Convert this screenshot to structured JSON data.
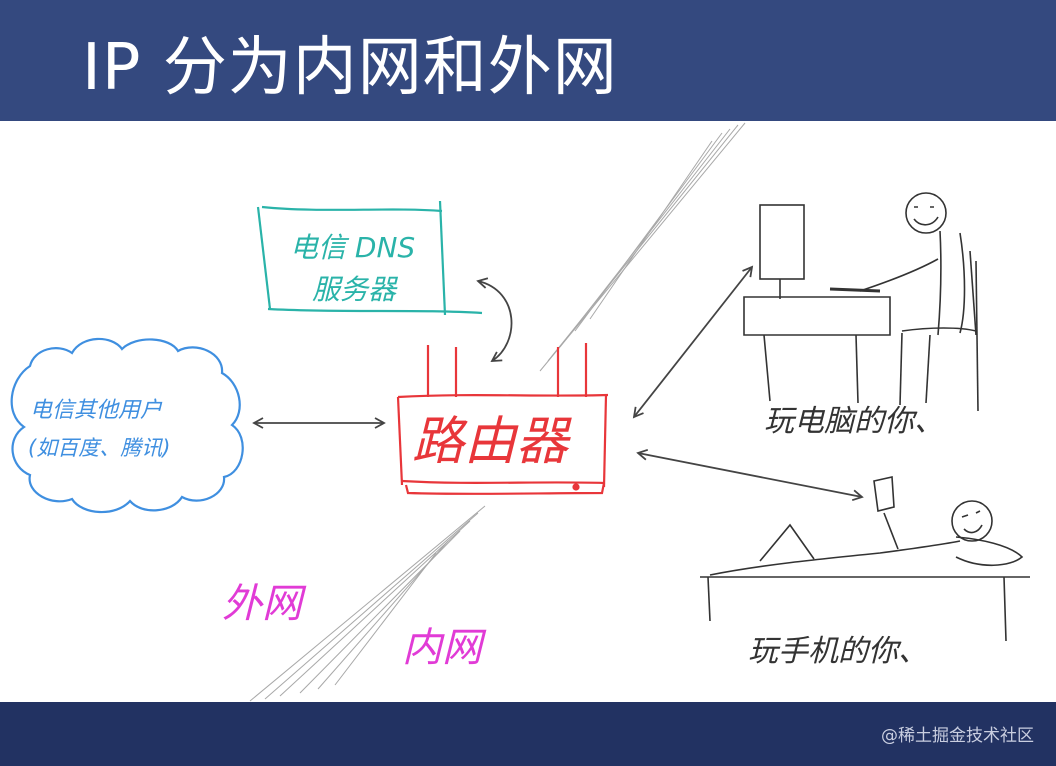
{
  "slide": {
    "title": "IP 分为内网和外网"
  },
  "diagram": {
    "dns_server": {
      "line1": "电信 DNS",
      "line2": "服务器"
    },
    "other_users": {
      "line1": "电信其他用户",
      "line2": "(如百度、腾讯)"
    },
    "router": {
      "label": "路由器"
    },
    "pc_user": {
      "label": "玩电脑的你、"
    },
    "phone_user": {
      "label": "玩手机的你、"
    },
    "zones": {
      "outer": "外网",
      "inner": "内网"
    }
  },
  "watermark": {
    "text": "@稀土掘金技术社区"
  },
  "colors": {
    "title_bar": "#34497f",
    "bottom_bar": "#223262",
    "dns": "#2ab3a9",
    "cloud": "#3f8fe0",
    "router": "#e8363a",
    "zone": "#e13bd6",
    "ink": "#333333"
  }
}
